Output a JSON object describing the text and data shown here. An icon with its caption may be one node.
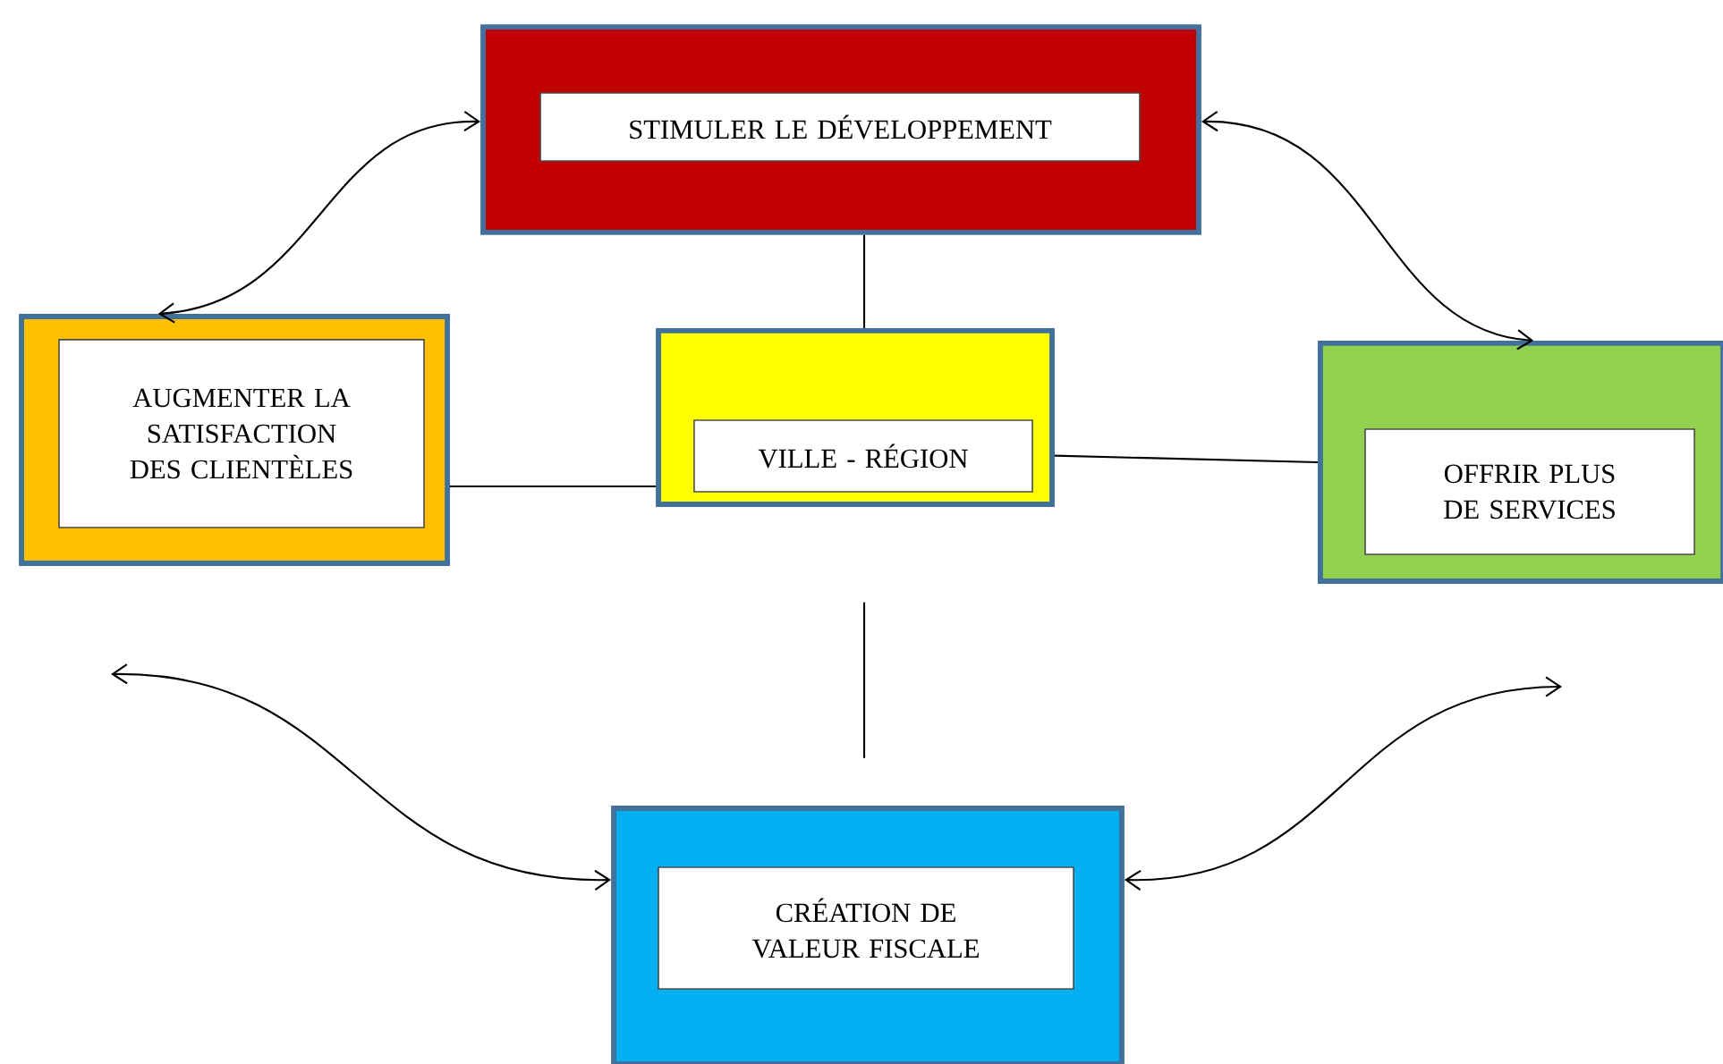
{
  "diagram": {
    "nodes": [
      {
        "text": [],
        "shape": "box"
      },
      {
        "text": [
          "STIMULER LE DÉVELOPPEMENT"
        ],
        "in": 0
      },
      {
        "text": [],
        "shape": "box"
      },
      {
        "text": [
          "AUGMENTER LA SATISFACTION DES CLIENTÈLES"
        ],
        "in": 2
      },
      {
        "text": [],
        "shape": "box"
      },
      {
        "text": [
          "VILLE - RÉGION"
        ],
        "in": 4
      },
      {
        "text": [],
        "shape": "box"
      },
      {
        "text": [
          "OFFRIR PLUS DE SERVICES"
        ],
        "in": 6
      },
      {
        "text": [],
        "shape": "box"
      },
      {
        "text": [
          "CRÉATION DE VALEUR FISCALE"
        ],
        "in": 8
      }
    ],
    "edges": [
      {
        "from": 0,
        "to": 4,
        "arrow": "none"
      },
      {
        "from": 2,
        "to": 4,
        "arrow": "none"
      },
      {
        "from": 4,
        "to": 6,
        "arrow": "none"
      },
      {
        "from": 4,
        "to": 8,
        "arrow": "none"
      },
      {
        "from": 0,
        "to": 2,
        "arrow": "both"
      },
      {
        "from": 0,
        "to": 6,
        "arrow": "both"
      },
      {
        "from": null,
        "to": 8,
        "arrow": "both"
      },
      {
        "from": 8,
        "to": null,
        "arrow": "both"
      }
    ]
  }
}
